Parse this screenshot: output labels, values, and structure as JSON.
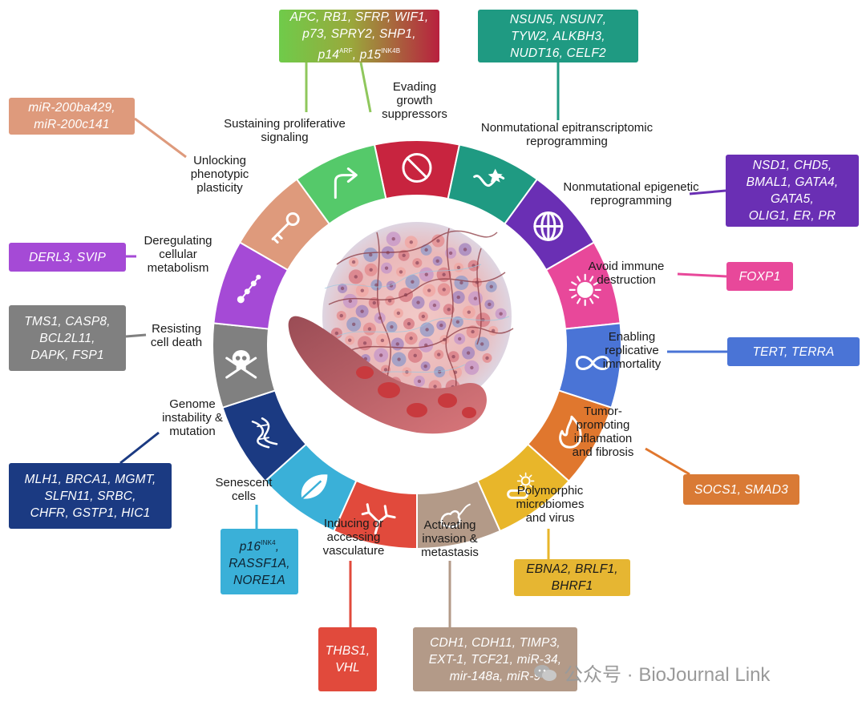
{
  "hallmarks": [
    {
      "key": "evading",
      "lines": [
        "Evading",
        "growth",
        "suppressors"
      ]
    },
    {
      "key": "epitranscriptomic",
      "lines": [
        "Nonmutational epitranscriptomic",
        "reprogramming"
      ]
    },
    {
      "key": "epigenetic",
      "lines": [
        "Nonmutational epigenetic",
        "reprogramming"
      ]
    },
    {
      "key": "immune",
      "lines": [
        "Avoid immune",
        "destruction"
      ]
    },
    {
      "key": "immortality",
      "lines": [
        "Enabling",
        "replicative",
        "immortality"
      ]
    },
    {
      "key": "inflammation",
      "lines": [
        "Tumor-",
        "promoting",
        "inflamation",
        "and fibrosis"
      ]
    },
    {
      "key": "microbiomes",
      "lines": [
        "Polymorphic",
        "microbiomes",
        "and virus"
      ]
    },
    {
      "key": "invasion",
      "lines": [
        "Activating",
        "invasion &",
        "metastasis"
      ]
    },
    {
      "key": "vasculature",
      "lines": [
        "Inducing or",
        "accessing",
        "vasculature"
      ]
    },
    {
      "key": "senescent",
      "lines": [
        "Senescent",
        "cells"
      ]
    },
    {
      "key": "genome",
      "lines": [
        "Genome",
        "instability &",
        "mutation"
      ]
    },
    {
      "key": "death",
      "lines": [
        "Resisting",
        "cell death"
      ]
    },
    {
      "key": "metabolism",
      "lines": [
        "Deregulating",
        "cellular",
        "metabolism"
      ]
    },
    {
      "key": "plasticity",
      "lines": [
        "Unlocking",
        "phenotypic",
        "plasticity"
      ]
    },
    {
      "key": "proliferative",
      "lines": [
        "Sustaining proliferative",
        "signaling"
      ]
    }
  ],
  "gene_boxes": [
    {
      "key": "evading",
      "lines": [
        [
          "APC, RB1, SFRP, WIF1,"
        ],
        [
          "p73, SPRY2, SHP1,"
        ],
        [
          "p14",
          "ARF",
          ", p15",
          "INK4B"
        ]
      ]
    },
    {
      "key": "epitranscriptomic",
      "lines": [
        [
          "NSUN5, NSUN7,"
        ],
        [
          "TYW2, ALKBH3,"
        ],
        [
          "NUDT16, CELF2"
        ]
      ]
    },
    {
      "key": "epigenetic",
      "lines": [
        [
          "NSD1, CHD5,"
        ],
        [
          "BMAL1, GATA4,"
        ],
        [
          "GATA5,"
        ],
        [
          "OLIG1, ER, PR"
        ]
      ]
    },
    {
      "key": "immune",
      "lines": [
        [
          "FOXP1"
        ]
      ]
    },
    {
      "key": "immortality",
      "lines": [
        [
          "TERT, TERRA"
        ]
      ]
    },
    {
      "key": "inflammation",
      "lines": [
        [
          "SOCS1, SMAD3"
        ]
      ]
    },
    {
      "key": "microbiomes",
      "lines": [
        [
          "EBNA2, BRLF1,"
        ],
        [
          "BHRF1"
        ]
      ]
    },
    {
      "key": "invasion",
      "lines": [
        [
          "CDH1, CDH11, TIMP3,"
        ],
        [
          "EXT-1, TCF21, miR-34,"
        ],
        [
          "mir-148a, miR-9"
        ]
      ]
    },
    {
      "key": "vasculature",
      "lines": [
        [
          "THBS1,"
        ],
        [
          "VHL"
        ]
      ]
    },
    {
      "key": "senescent",
      "lines": [
        [
          "p16",
          "INK4",
          ","
        ],
        [
          "RASSF1A,"
        ],
        [
          "NORE1A"
        ]
      ]
    },
    {
      "key": "genome",
      "lines": [
        [
          "MLH1, BRCA1, MGMT,"
        ],
        [
          "SLFN11, SRBC,"
        ],
        [
          "CHFR, GSTP1, HIC1"
        ]
      ]
    },
    {
      "key": "death",
      "lines": [
        [
          "TMS1, CASP8,"
        ],
        [
          "BCL2L11,"
        ],
        [
          "DAPK, FSP1"
        ]
      ]
    },
    {
      "key": "metabolism",
      "lines": [
        [
          "DERL3, SVIP"
        ]
      ]
    },
    {
      "key": "plasticity",
      "lines": [
        [
          "miR-200ba429,"
        ],
        [
          "miR-200c141"
        ]
      ]
    }
  ],
  "segments": [
    {
      "key": "evading",
      "color": "#c8243f",
      "icon": "no-entry-icon"
    },
    {
      "key": "epitranscriptomic",
      "color": "#1f9a82",
      "icon": "rna-modification-icon"
    },
    {
      "key": "epigenetic",
      "color": "#6a2fb4",
      "icon": "dna-histone-icon"
    },
    {
      "key": "immune",
      "color": "#e8489a",
      "icon": "immune-cell-icon"
    },
    {
      "key": "immortality",
      "color": "#4a74d6",
      "icon": "infinity-icon"
    },
    {
      "key": "inflammation",
      "color": "#e0772e",
      "icon": "flame-icon"
    },
    {
      "key": "microbiomes",
      "color": "#e8b62a",
      "icon": "microbe-icon"
    },
    {
      "key": "invasion",
      "color": "#b39a88",
      "icon": "migrating-cell-icon"
    },
    {
      "key": "vasculature",
      "color": "#e14a3c",
      "icon": "vessel-branch-icon"
    },
    {
      "key": "senescent",
      "color": "#3ab0d8",
      "icon": "leaf-icon"
    },
    {
      "key": "genome",
      "color": "#1b3a82",
      "icon": "dna-helix-icon"
    },
    {
      "key": "death",
      "color": "#808080",
      "icon": "skull-crossbones-icon"
    },
    {
      "key": "metabolism",
      "color": "#a54ad6",
      "icon": "molecule-icon"
    },
    {
      "key": "plasticity",
      "color": "#de9a7c",
      "icon": "key-icon"
    },
    {
      "key": "proliferative",
      "color": "#55c96a",
      "icon": "arrow-turn-icon"
    }
  ],
  "watermark": "公众号 · BioJournal Link"
}
